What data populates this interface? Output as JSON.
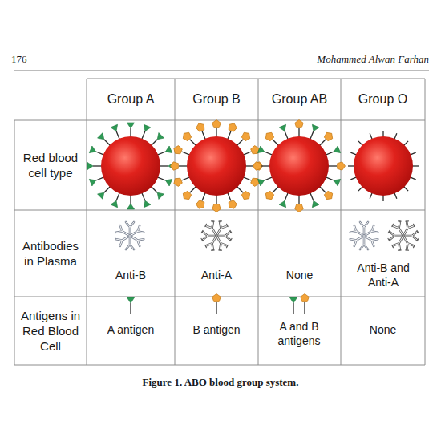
{
  "diagram": {
    "caption": "Figure 1. ABO blood group system.",
    "labels": [
      "176",
      "Mohammed Alwan Farhan",
      "Group A",
      "Group B",
      "Group AB",
      "Group O",
      "Red blood cell type",
      "Antibodies in Plasma",
      "Anti-B",
      "Anti-A",
      "None",
      "Anti-B and Anti-A",
      "Antigens in Red Blood Cell",
      "A antigen",
      "B antigen",
      "A and B antigens",
      "None"
    ]
  }
}
